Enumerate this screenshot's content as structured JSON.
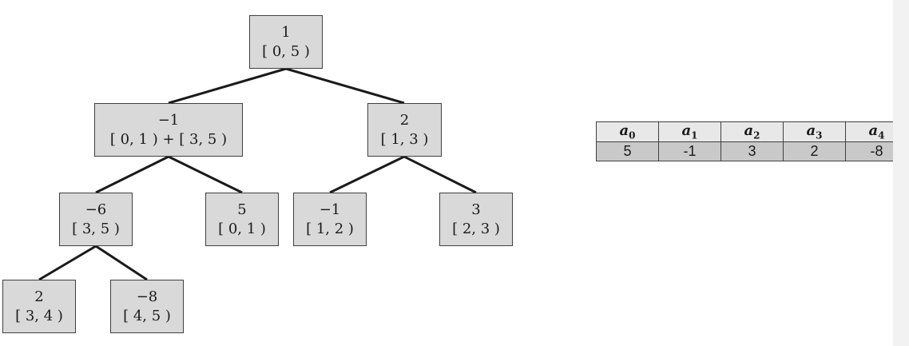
{
  "tree": {
    "root": {
      "value": "1",
      "range": "[ 0, 5 )"
    },
    "left": {
      "value": "−1",
      "range": "[ 0, 1 ) + [ 3, 5 )"
    },
    "right": {
      "value": "2",
      "range": "[ 1, 3 )"
    },
    "left_left": {
      "value": "−6",
      "range": "[ 3, 5 )"
    },
    "left_right": {
      "value": "5",
      "range": "[ 0, 1 )"
    },
    "right_left": {
      "value": "−1",
      "range": "[ 1, 2 )"
    },
    "right_right": {
      "value": "3",
      "range": "[ 2, 3 )"
    },
    "left_left_left": {
      "value": "2",
      "range": "[ 3, 4 )"
    },
    "left_left_right": {
      "value": "−8",
      "range": "[ 4, 5 )"
    }
  },
  "array": {
    "headers": [
      {
        "base": "a",
        "sub": "0"
      },
      {
        "base": "a",
        "sub": "1"
      },
      {
        "base": "a",
        "sub": "2"
      },
      {
        "base": "a",
        "sub": "3"
      },
      {
        "base": "a",
        "sub": "4"
      }
    ],
    "values": [
      "5",
      "-1",
      "3",
      "2",
      "-8"
    ]
  },
  "colors": {
    "node_fill": "#d9d9d9",
    "border": "#404040",
    "header_fill": "#e8e8e8",
    "cell_fill": "#c9c9c9"
  }
}
